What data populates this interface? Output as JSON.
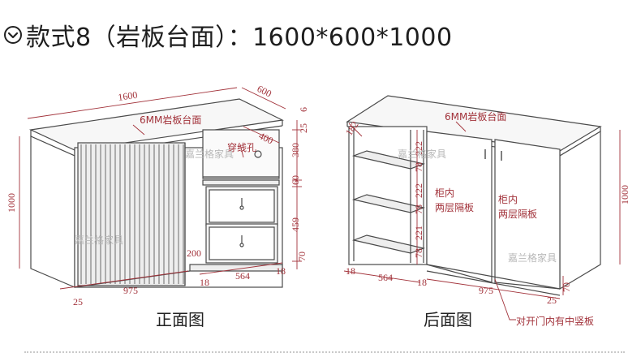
{
  "header": {
    "title": "款式8（岩板台面）：1600*600*1000",
    "icon": "circle-chevron-down-icon"
  },
  "front_view": {
    "caption": "正面图",
    "top_label": "6MM岩板台面",
    "hole_label": "穿线孔",
    "watermark_1": "嘉兰格家具",
    "watermark_2": "嘉兰格家具",
    "dims": {
      "width": "1600",
      "depth": "600",
      "height": "1000",
      "top_thickness": "6",
      "top_gap": "25",
      "hole_depth": "400",
      "open_h": "380",
      "mid_h": "60",
      "drawer_h": "459",
      "base_h": "70",
      "bottom_w": "975",
      "drawer_w": "564",
      "side_w": "18",
      "leg_w": "25",
      "drawer_depth": "200"
    }
  },
  "back_view": {
    "caption": "后面图",
    "top_label": "6MM岩板台面",
    "cabinet_label_left": [
      "柜内",
      "两层隔板"
    ],
    "cabinet_label_right": [
      "柜内",
      "两层隔板"
    ],
    "door_note": "对开门内有中竖板",
    "watermark_1": "嘉兰格家具",
    "watermark_2": "嘉兰格家具",
    "dims": {
      "corner": "182",
      "shelf_1": "222",
      "gap_1": "78",
      "shelf_2": "222",
      "gap_2": "78",
      "shelf_3": "221",
      "gap_3": "78",
      "height": "1000",
      "side_left": "18",
      "open_w": "564",
      "side_mid": "18",
      "door_w": "975",
      "side_right": "25",
      "base_h": "70"
    }
  },
  "colors": {
    "line": "#4a4a4a",
    "dimension": "#a2323a",
    "watermark": "#b8b8b8"
  }
}
